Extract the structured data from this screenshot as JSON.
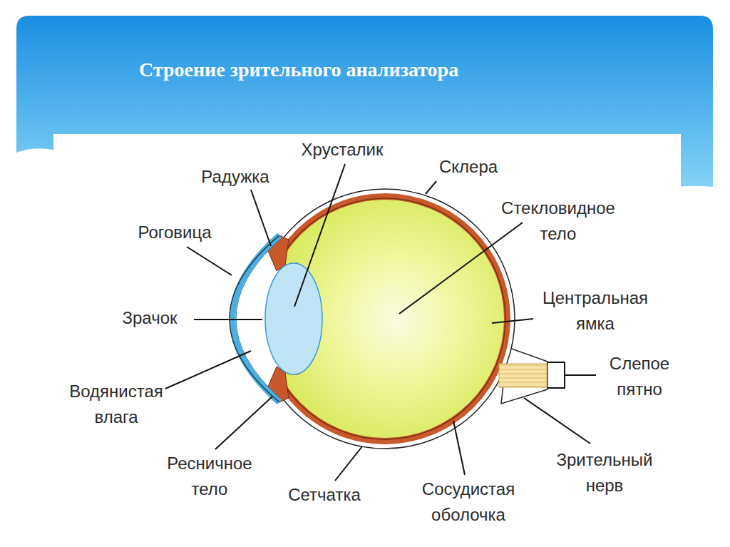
{
  "diagram": {
    "title": "Строение зрительного анализатора",
    "labels": [
      "Хрусталик",
      "Склера",
      "Радужка",
      "Стекловидное тело",
      "Роговица",
      "Центральная ямка",
      "Зрачок",
      "Слепое пятно",
      "Водянистая влага",
      "Ресничное тело",
      "Зрительный нерв",
      "Сетчатка",
      "Сосудистая оболочка"
    ]
  }
}
